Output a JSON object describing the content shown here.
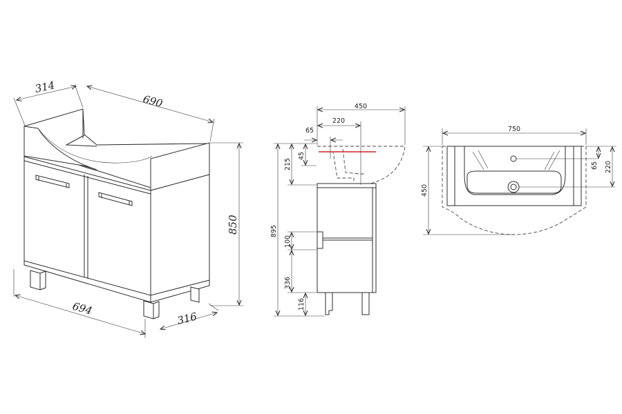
{
  "dimensions": {
    "iso_depth_top": "314",
    "iso_width_top": "690",
    "iso_width_bottom": "694",
    "iso_depth_bottom": "316",
    "iso_height": "850",
    "side_depth": "450",
    "side_basin_offset": "220",
    "side_top_offset": "65",
    "side_total_height": "895",
    "side_upper_height": "215",
    "side_rim": "45",
    "side_shelf": "100",
    "side_lower": "336",
    "side_legs": "116",
    "top_width": "750",
    "top_depth": "450",
    "top_offset_small": "65",
    "top_offset_large": "220"
  },
  "colors": {
    "line": "#2b2b2b",
    "accent": "#d0202a"
  }
}
